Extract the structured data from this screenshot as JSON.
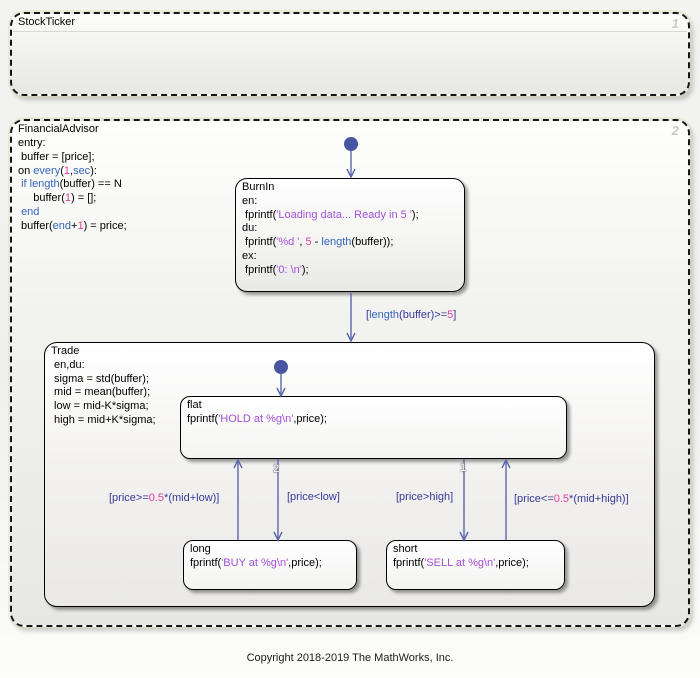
{
  "colors": {
    "kw": "#3565b8",
    "num": "#e0409f",
    "str": "#a350d8",
    "nav": "#39399b",
    "line": "#5a66ac",
    "dot": "#4a55a2"
  },
  "copyright": "Copyright 2018-2019 The MathWorks, Inc.",
  "stock_ticker": {
    "title": "StockTicker",
    "order_badge": "1"
  },
  "financial_advisor": {
    "title": "FinancialAdvisor",
    "order_badge": "2",
    "entry_code": [
      [
        {
          "t": "entry:"
        }
      ],
      [
        {
          "t": " buffer = [price];"
        }
      ],
      [
        {
          "t": "on "
        },
        {
          "t": "every",
          "c": "kw"
        },
        {
          "t": "("
        },
        {
          "t": "1",
          "c": "num"
        },
        {
          "t": ","
        },
        {
          "t": "sec",
          "c": "kw"
        },
        {
          "t": "):"
        }
      ],
      [
        {
          "t": " "
        },
        {
          "t": "if",
          "c": "kw"
        },
        {
          "t": " "
        },
        {
          "t": "length",
          "c": "kw"
        },
        {
          "t": "(buffer) == N"
        }
      ],
      [
        {
          "t": "     buffer("
        },
        {
          "t": "1",
          "c": "num"
        },
        {
          "t": ") = [];"
        }
      ],
      [
        {
          "t": " "
        },
        {
          "t": "end",
          "c": "kw"
        }
      ],
      [
        {
          "t": " buffer("
        },
        {
          "t": "end",
          "c": "kw"
        },
        {
          "t": "+"
        },
        {
          "t": "1",
          "c": "num"
        },
        {
          "t": ") = price;"
        }
      ]
    ]
  },
  "states": {
    "burnin": {
      "title": "BurnIn",
      "lines": [
        [
          {
            "t": "en:"
          }
        ],
        [
          {
            "t": " fprintf("
          },
          {
            "t": "'Loading data... Ready in 5 '",
            "c": "str"
          },
          {
            "t": ");"
          }
        ],
        [
          {
            "t": "du:"
          }
        ],
        [
          {
            "t": " fprintf("
          },
          {
            "t": "'%d '",
            "c": "str"
          },
          {
            "t": ", "
          },
          {
            "t": "5",
            "c": "num"
          },
          {
            "t": " - "
          },
          {
            "t": "length",
            "c": "kw"
          },
          {
            "t": "(buffer));"
          }
        ],
        [
          {
            "t": "ex:"
          }
        ],
        [
          {
            "t": " fprintf("
          },
          {
            "t": "'0: \\n'",
            "c": "str"
          },
          {
            "t": ");"
          }
        ]
      ]
    },
    "trade": {
      "title": "Trade",
      "lines": [
        [
          {
            "t": " en,du:"
          }
        ],
        [
          {
            "t": " sigma = std(buffer);"
          }
        ],
        [
          {
            "t": " mid = mean(buffer);"
          }
        ],
        [
          {
            "t": " low = mid-K*sigma;"
          }
        ],
        [
          {
            "t": " high = mid+K*sigma;"
          }
        ]
      ]
    },
    "flat": {
      "title": "flat",
      "lines": [
        [
          {
            "t": "fprintf("
          },
          {
            "t": "'HOLD at %g\\n'",
            "c": "str"
          },
          {
            "t": ",price);"
          }
        ]
      ]
    },
    "long": {
      "title": "long",
      "lines": [
        [
          {
            "t": "fprintf("
          },
          {
            "t": "'BUY at %g\\n'",
            "c": "str"
          },
          {
            "t": ",price);"
          }
        ]
      ]
    },
    "short": {
      "title": "short",
      "lines": [
        [
          {
            "t": "fprintf("
          },
          {
            "t": "'SELL at %g\\n'",
            "c": "str"
          },
          {
            "t": ",price);"
          }
        ]
      ]
    }
  },
  "transitions": {
    "burnin_to_trade": {
      "label": [
        {
          "t": "[",
          "c": "nav"
        },
        {
          "t": "length",
          "c": "kw"
        },
        {
          "t": "(buffer)>=",
          "c": "nav"
        },
        {
          "t": "5",
          "c": "num"
        },
        {
          "t": "]",
          "c": "nav"
        }
      ]
    },
    "long_to_flat": {
      "label": [
        {
          "t": "[price>=",
          "c": "nav"
        },
        {
          "t": "0.5",
          "c": "num"
        },
        {
          "t": "*(mid+low)]",
          "c": "nav"
        }
      ]
    },
    "flat_to_long": {
      "order": "2",
      "label": [
        {
          "t": "[price<low]",
          "c": "nav"
        }
      ]
    },
    "flat_to_short": {
      "order": "1",
      "label": [
        {
          "t": "[price>high]",
          "c": "nav"
        }
      ]
    },
    "short_to_flat": {
      "label": [
        {
          "t": "[price<=",
          "c": "nav"
        },
        {
          "t": "0.5",
          "c": "num"
        },
        {
          "t": "*(mid+high)]",
          "c": "nav"
        }
      ]
    }
  }
}
